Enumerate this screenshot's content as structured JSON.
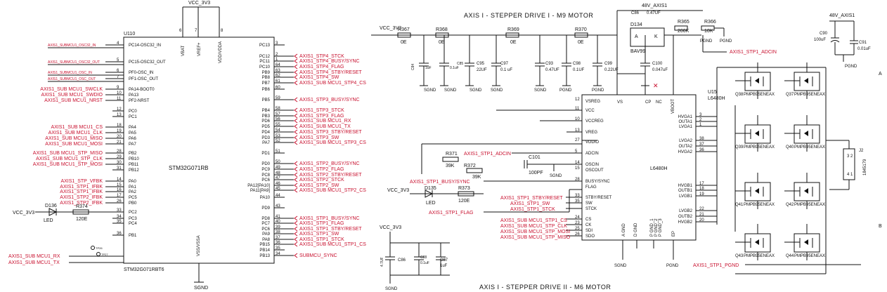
{
  "headers": {
    "top": "AXIS I - STEPPER DRIVE I - M9 MOTOR",
    "bottom": "AXIS I - STEPPER DRIVE II - M6 MOTOR"
  },
  "mcu": {
    "ref": "U110",
    "part": "STM32G071RB",
    "footer": "STM32G071RBT6",
    "pwr_top": "VCC_3V3",
    "gnd": "SGND",
    "pins_left": [
      {
        "num": "4",
        "name": "PC14-OSC32_IN",
        "net": "AXIS1_SUBMCU1_OSC32_IN"
      },
      {
        "num": "5",
        "name": "PC15-OSC32_OUT",
        "net": "AXIS1_SUBMCU1_OSC32_OUT"
      },
      {
        "num": "6",
        "name": "PF0-OSC_IN",
        "net": "AXIS1_SUBMCU1_OSC_IN"
      },
      {
        "num": "7",
        "name": "PF1-OSC_OUT",
        "net": "AXIS1_SUBMCU1_OSC_OUT"
      },
      {
        "num": "9",
        "name": "PA14-BOOT0",
        "net": "AXIS1_SUB MCU1_SWCLK"
      },
      {
        "num": "10",
        "name": "PA13",
        "net": "AXIS1_SUB MCU1_SWDIO"
      },
      {
        "num": "11",
        "name": "PF2-NRST",
        "net": "AXIS1_SUB MCU1_NRST"
      },
      {
        "num": "12",
        "name": "PC0",
        "net": ""
      },
      {
        "num": "13",
        "name": "PC1",
        "net": ""
      },
      {
        "num": "18",
        "name": "PA4",
        "net": "AXIS1_SUB MCU1_CS"
      },
      {
        "num": "19",
        "name": "PA5",
        "net": "AXIS1_SUB MCU1_CLK"
      },
      {
        "num": "20",
        "name": "PA6",
        "net": "AXIS1_SUB MCU1_MISO"
      },
      {
        "num": "21",
        "name": "PA7",
        "net": "AXIS1_SUB MCU1_MOSI"
      },
      {
        "num": "28",
        "name": "PB2",
        "net": "AXIS1_SUB MCU1_STP_MISO"
      },
      {
        "num": "29",
        "name": "PB10",
        "net": "AXIS1_SUB MCU1_STP_CLK"
      },
      {
        "num": "30",
        "name": "PB11",
        "net": "AXIS1_SUB MCU1_STP_MOSI"
      },
      {
        "num": "31",
        "name": "PB12",
        "net": ""
      },
      {
        "num": "14",
        "name": "PA0",
        "net": "AXIS1_STP_VFBK"
      },
      {
        "num": "15",
        "name": "PA1",
        "net": "AXIS1_STP1_IFBK"
      },
      {
        "num": "16",
        "name": "PA2",
        "net": "AXIS1_STP1_IFBK"
      },
      {
        "num": "17",
        "name": "PC5",
        "net": "AXIS1_STP2_IFBK"
      },
      {
        "num": "26",
        "name": "PB0",
        "net": "AXIS1_STP2_IFBK"
      },
      {
        "num": "33",
        "name": "PC2",
        "net": ""
      },
      {
        "num": "34",
        "name": "PC3",
        "net": ""
      },
      {
        "num": "35",
        "name": "PC4",
        "net": ""
      },
      {
        "num": "36",
        "name": "PB1",
        "net": ""
      }
    ],
    "pins_right": [
      {
        "num": "3",
        "name": "PC13",
        "net": ""
      },
      {
        "num": "2",
        "name": "PC12",
        "net": "AXIS1_STP4_STCK"
      },
      {
        "num": "1",
        "name": "PC11",
        "net": "AXIS1_STP4_BUSY/SYNC"
      },
      {
        "num": "64",
        "name": "PC10",
        "net": "AXIS1_STP4_FLAG"
      },
      {
        "num": "63",
        "name": "PB9",
        "net": "AXIS1_STP4_STBY/RESET"
      },
      {
        "num": "62",
        "name": "PB8",
        "net": "AXIS1_STP4_SW"
      },
      {
        "num": "61",
        "name": "PB7",
        "net": "AXIS1_SUB MCU1_STP4_CS"
      },
      {
        "num": "60",
        "name": "PB6",
        "net": ""
      },
      {
        "num": "59",
        "name": "PB5",
        "net": "AXIS1_STP3_BUSY/SYNC"
      },
      {
        "num": "58",
        "name": "PB4",
        "net": "AXIS1_STP3_STCK"
      },
      {
        "num": "57",
        "name": "PB3",
        "net": "AXIS1_STP3_FLAG"
      },
      {
        "num": "56",
        "name": "PD6",
        "net": "AXIS1_SUB MCU1_RX"
      },
      {
        "num": "55",
        "name": "PD5",
        "net": "AXIS1_SUB MCU1_TX"
      },
      {
        "num": "54",
        "name": "PD4",
        "net": "AXIS1_STP3_STBY/RESET"
      },
      {
        "num": "53",
        "name": "PD3",
        "net": "AXIS1_STP3_SW"
      },
      {
        "num": "52",
        "name": "PA7",
        "net": "AXIS1_SUB MCU1_STP3_CS"
      },
      {
        "num": "51",
        "name": "PD1",
        "net": ""
      },
      {
        "num": "50",
        "name": "PD0",
        "net": "AXIS1_STP2_BUSY/SYNC"
      },
      {
        "num": "49",
        "name": "PC9",
        "net": "AXIS1_STP2_FLAG"
      },
      {
        "num": "48",
        "name": "PC8",
        "net": "AXIS1_STP2_STBY/RESET"
      },
      {
        "num": "47",
        "name": "PC6",
        "net": "AXIS1_STP2_STCK"
      },
      {
        "num": "46",
        "name": "PA12[PA10]",
        "net": "AXIS1_STP2_SW"
      },
      {
        "num": "45",
        "name": "PA11[PA9]",
        "net": "AXIS1_SUB MCU1_STP2_CS"
      },
      {
        "num": "44",
        "name": "PA10",
        "net": ""
      },
      {
        "num": "43",
        "name": "PD9",
        "net": ""
      },
      {
        "num": "41",
        "name": "PD8",
        "net": "AXIS1_STP1_BUSY/SYNC"
      },
      {
        "num": "40",
        "name": "PC7",
        "net": "AXIS1_STP1_FLAG"
      },
      {
        "num": "39",
        "name": "PC6",
        "net": "AXIS1_STP1_STBY/RESET"
      },
      {
        "num": "38",
        "name": "PA9",
        "net": "AXIS1_STP1_SW"
      },
      {
        "num": "37",
        "name": "PA8",
        "net": "AXIS1_STP1_STCK"
      },
      {
        "num": "36",
        "name": "PB15",
        "net": "AXIS1_SUB MCU1_STP1_CS"
      },
      {
        "num": "35",
        "name": "PB14",
        "net": ""
      },
      {
        "num": "34",
        "name": "PB13",
        "net": "SUBMCU_SYNC"
      }
    ],
    "top_pins": [
      {
        "num": "6",
        "name": "VBAT"
      },
      {
        "num": "7",
        "name": "VREF+"
      },
      {
        "num": "8",
        "name": "VDD/VDDA"
      }
    ],
    "bottom_pin": {
      "num": "8",
      "name": "VSS/VSSA"
    }
  },
  "left_misc": {
    "vcc": "VCC_3V3",
    "diode": "D136",
    "led": "LED",
    "resistor": "R374",
    "res_value": "120E",
    "uart": [
      "AXIS1_SUB MCU1_RX",
      "AXIS1_SUB MCU1_TX"
    ],
    "tp": [
      "TP26",
      "TP27"
    ]
  },
  "driver": {
    "ref": "U15",
    "part": "L6480H",
    "center": "L6480H",
    "pins_left": [
      {
        "num": "12",
        "name": "VSREG"
      },
      {
        "num": "11",
        "name": "VCC"
      },
      {
        "num": "10",
        "name": "VCCREG"
      },
      {
        "num": "13",
        "name": "VREG"
      },
      {
        "num": "27",
        "name": "VDDIO"
      },
      {
        "num": "5",
        "name": "ADCIN"
      },
      {
        "num": "14",
        "name": "OSCIN"
      },
      {
        "num": "15",
        "name": "OSCOUT"
      },
      {
        "num": "28",
        "name": "BUSY/SYNC"
      },
      {
        "num": "",
        "name": "FLAG"
      },
      {
        "num": "33",
        "name": "STBY/RESET"
      },
      {
        "num": "35",
        "name": "SW"
      },
      {
        "num": "",
        "name": "STCK"
      },
      {
        "num": "24",
        "name": "CS"
      },
      {
        "num": "23",
        "name": "CK"
      },
      {
        "num": "25",
        "name": "SDI"
      },
      {
        "num": "26",
        "name": "SDO"
      }
    ],
    "pins_top": [
      {
        "num": "6",
        "name": "VS"
      },
      {
        "num": "8",
        "name": "CP"
      },
      {
        "num": "9",
        "name": "NC"
      },
      {
        "num": "7",
        "name": "VBOOT"
      }
    ],
    "pins_right": [
      {
        "num": "3",
        "name": "HVGA1"
      },
      {
        "num": "2",
        "name": "OUTA1"
      },
      {
        "num": "1",
        "name": "LVGA1"
      },
      {
        "num": "38",
        "name": "LVGA2"
      },
      {
        "num": "37",
        "name": "OUTA2"
      },
      {
        "num": "36",
        "name": "HVGA2"
      },
      {
        "num": "17",
        "name": "HVGB1"
      },
      {
        "num": "18",
        "name": "OUTB1"
      },
      {
        "num": "19",
        "name": "LVGB1"
      },
      {
        "num": "22",
        "name": "LVGB2"
      },
      {
        "num": "21",
        "name": "OUTB2"
      },
      {
        "num": "20",
        "name": "HVGB2"
      }
    ],
    "pins_bottom": [
      "A GND",
      "D GND",
      "P GND_1",
      "P GND_2",
      "P GND_3",
      "EP"
    ]
  },
  "power": {
    "vcc_top": "VCC_3V3",
    "v48": "48V_AXIS1",
    "res": [
      {
        "ref": "R367",
        "val": "0E"
      },
      {
        "ref": "R368",
        "val": "0E"
      },
      {
        "ref": "R369",
        "val": "0E"
      },
      {
        "ref": "R370",
        "val": "0E"
      },
      {
        "ref": "R365",
        "val": "200K"
      },
      {
        "ref": "R366",
        "val": "10K"
      }
    ],
    "caps": [
      {
        "ref": "C84",
        "val": "1uF"
      },
      {
        "ref": "C85",
        "val": "0.1uF"
      },
      {
        "ref": "C95",
        "val": "22UF"
      },
      {
        "ref": "C97",
        "val": "0.1 uF"
      },
      {
        "ref": "C93",
        "val": "0.47UF"
      },
      {
        "ref": "C98",
        "val": "0.1UF"
      },
      {
        "ref": "C99",
        "val": "0.22UF"
      },
      {
        "ref": "C100",
        "val": "0.047uF"
      },
      {
        "ref": "C86",
        "val": "0.47UF"
      }
    ],
    "diode": {
      "ref": "D134",
      "part": "BAV99",
      "a": "A",
      "k": "K"
    },
    "adcin_net": "AXIS1_STP1_ADCIN",
    "pgnd": "PGND",
    "sgnd": "SGND"
  },
  "mid": {
    "adcin": "AXIS1_STP1_ADCIN",
    "r371": "R371",
    "r371v": "39K",
    "r372": "R372",
    "r372v": "39K",
    "c101": "C101",
    "c101v": "100PF",
    "busy": "AXIS1_STP1_BUSY/SYNC",
    "d135": "D135",
    "led": "LED",
    "vcc": "VCC_3V3",
    "r373": "R373",
    "r373v": "120E",
    "flag": "AXIS1_STP1_FLAG",
    "ctrl": [
      "AXIS1_STP1_STBY/RESET",
      "AXIS1_STP1_SW",
      "AXIS1_STP1_STCK"
    ],
    "spi": [
      "AXIS1_SUB MCU1_STP1_CS",
      "AXIS1_SUB MCU1_STP_CLK",
      "AXIS1_SUB MCU1_STP_MOSI",
      "AXIS1_SUB MCU1_STP_MISO"
    ]
  },
  "bulk": {
    "vcc": "VCC_3V3",
    "caps": [
      {
        "ref": "C86",
        "val": "4.7UF"
      },
      {
        "ref": "C88",
        "val": "0.1uF"
      },
      {
        "ref": "C87",
        "val": "1uF"
      }
    ]
  },
  "bridge": {
    "fets": [
      {
        "ref": "Q38",
        "part": "PMPB95ENEAX"
      },
      {
        "ref": "Q37",
        "part": "PMPB95ENEAX"
      },
      {
        "ref": "Q39",
        "part": "PMPB95ENEAX"
      },
      {
        "ref": "Q40",
        "part": "PMPB95ENEAX"
      },
      {
        "ref": "Q41",
        "part": "PMPB95ENEAX"
      },
      {
        "ref": "Q42",
        "part": "PMPB95ENEAX"
      },
      {
        "ref": "Q43",
        "part": "PMPB95ENEAX"
      },
      {
        "ref": "Q44",
        "part": "PMPB95ENEAX"
      }
    ],
    "v48": "48V_AXIS1",
    "c90": "C90",
    "c90v": "100uF",
    "c91": "C91",
    "c91v": "0.01uF",
    "pgnd": "PGND",
    "conn": "J2",
    "conn_part": "1845179",
    "conn_pins": [
      "3",
      "2",
      "4",
      "1"
    ],
    "phase_a": "A",
    "phase_b": "B",
    "pgnd_net": "AXIS1_STP1_PGND"
  }
}
